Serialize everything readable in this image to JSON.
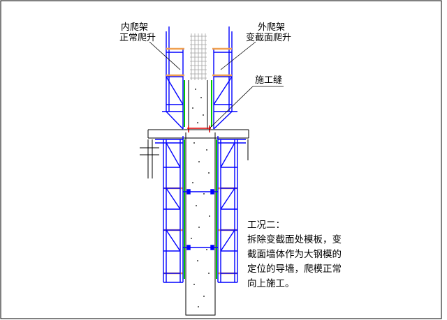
{
  "labels": {
    "inner_frame_line1": "内爬架",
    "inner_frame_line2": "正常爬升",
    "outer_frame_line1": "外爬架",
    "outer_frame_line2": "变截面爬升",
    "construction_joint": "施工缝"
  },
  "note": {
    "line1": "工况二：",
    "line2": "拆除变截面处模板，变",
    "line3": "截面墙体作为大钢模的",
    "line4": "定位的导墙，爬模正常",
    "line5": "向上施工。"
  },
  "colors": {
    "frame_blue": "#0000ff",
    "platform_orange": "#f0a050",
    "formwork_green": "#00c800",
    "joint_red": "#e00000",
    "rebar_gray": "#a0a0a0",
    "wall_line": "#000000"
  }
}
